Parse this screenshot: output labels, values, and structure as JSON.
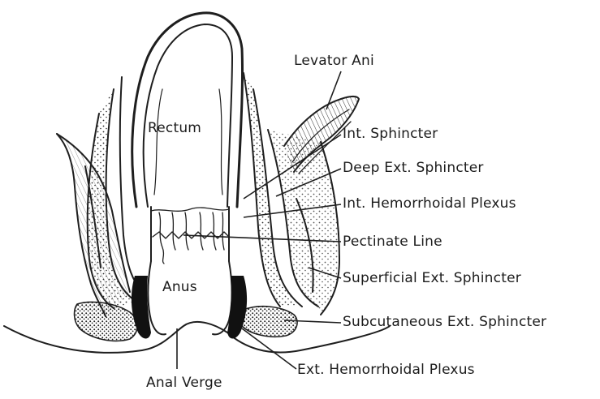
{
  "diagram": {
    "labels": {
      "rectum": "Rectum",
      "anus": "Anus",
      "anal_verge": "Anal Verge",
      "levator_ani": "Levator Ani",
      "int_sphincter": "Int. Sphincter",
      "deep_ext_sphincter": "Deep Ext. Sphincter",
      "int_hemorrhoidal_plexus": "Int. Hemorrhoidal Plexus",
      "pectinate_line": "Pectinate Line",
      "superficial_ext_sphincter": "Superficial Ext. Sphincter",
      "subcutaneous_ext_sphincter": "Subcutaneous Ext. Sphincter",
      "ext_hemorrhoidal_plexus": "Ext. Hemorrhoidal Plexus"
    }
  }
}
